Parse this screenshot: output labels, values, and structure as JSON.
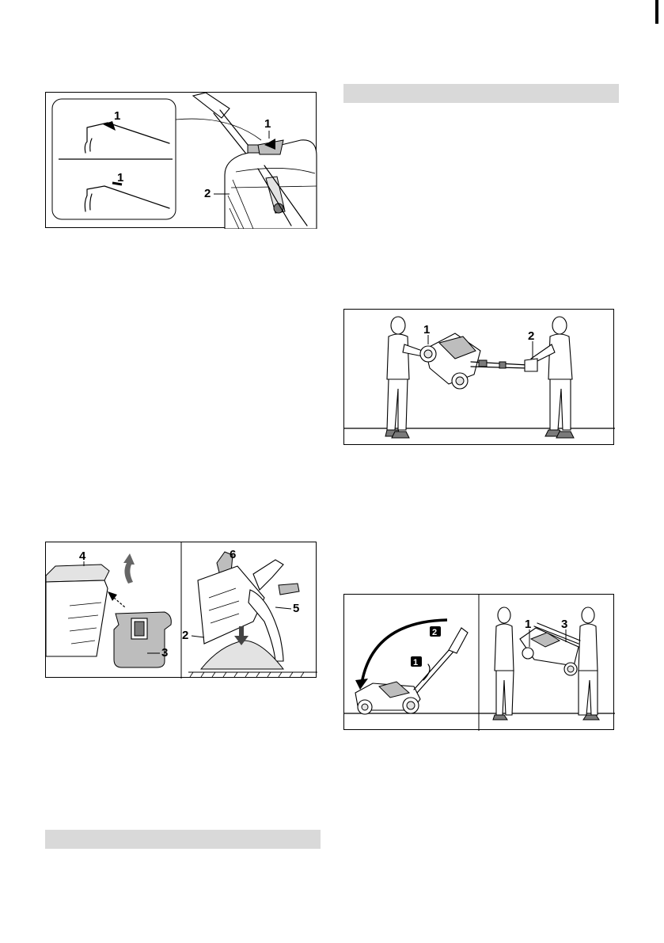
{
  "figures": {
    "fig_lever": {
      "callouts": [
        "1",
        "1",
        "1",
        "2"
      ],
      "description_icon": "height-adjust-lever-with-marker"
    },
    "fig_carry": {
      "callouts": [
        "1",
        "2"
      ]
    },
    "fig_empty_box": {
      "callouts": [
        "4",
        "3",
        "6",
        "5",
        "2"
      ]
    },
    "fig_fold": {
      "callouts": [
        "1",
        "2",
        "1",
        "3"
      ]
    }
  },
  "section_bars": [
    "",
    ""
  ],
  "colors": {
    "section_bar": "#d9d9d9",
    "figure_border": "#000000",
    "shading": "#bdbdbd"
  }
}
